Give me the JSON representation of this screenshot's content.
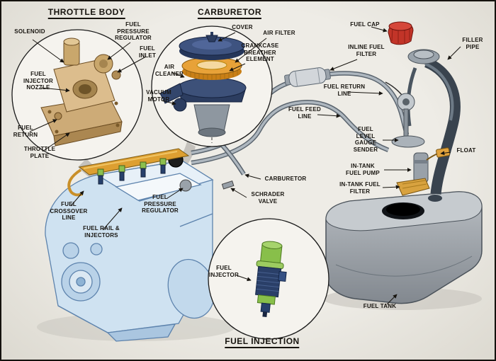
{
  "diagram": {
    "titles": {
      "throttle_body": "THROTTLE BODY",
      "carburetor": "CARBURETOR",
      "fuel_injection": "FUEL INJECTION"
    },
    "labels": {
      "solenoid": "SOLENOID",
      "fuel_pressure_regulator_tb": "FUEL PRESSURE REGULATOR",
      "fuel_inlet": "FUEL INLET",
      "fuel_injector_nozzle": "FUEL INJECTOR NOZZLE",
      "fuel_return": "FUEL RETURN",
      "throttle_plate": "THROTTLE PLATE",
      "cover": "COVER",
      "air_filter": "AIR FILTER",
      "crankcase_breather_element": "CRANKCASE BREATHER ELEMENT",
      "air_cleaner": "AIR CLEANER",
      "vacuum_motor": "VACUUM MOTOR",
      "fuel_cap": "FUEL CAP",
      "filler_pipe": "FILLER PIPE",
      "inline_fuel_filter": "INLINE FUEL FILTER",
      "fuel_return_line": "FUEL RETURN LINE",
      "fuel_feed_line": "FUEL FEED LINE",
      "fuel_level_gauge_sender": "FUEL LEVEL GAUGE SENDER",
      "float": "FLOAT",
      "in_tank_fuel_pump": "IN-TANK FUEL PUMP",
      "in_tank_fuel_filter": "IN-TANK FUEL FILTER",
      "carburetor_line": "CARBURETOR",
      "schrader_valve": "SCHRADER VALVE",
      "fuel_pressure_regulator_rail": "FUEL PRESSURE REGULATOR",
      "fuel_crossover_line": "FUEL CROSSOVER LINE",
      "fuel_rail_injectors": "FUEL RAIL & INJECTORS",
      "fuel_injector": "FUEL INJECTOR",
      "fuel_tank": "FUEL TANK"
    },
    "colors": {
      "air_filter_orange": "#e8a238",
      "fuel_cap_red": "#c23428",
      "injector_green": "#88bf4a",
      "engine_blue": "#cfe2f1",
      "tank_gray": "#9aa2aa",
      "rail_gold": "#dd9f31",
      "line_gray": "#aeb7bf"
    }
  }
}
